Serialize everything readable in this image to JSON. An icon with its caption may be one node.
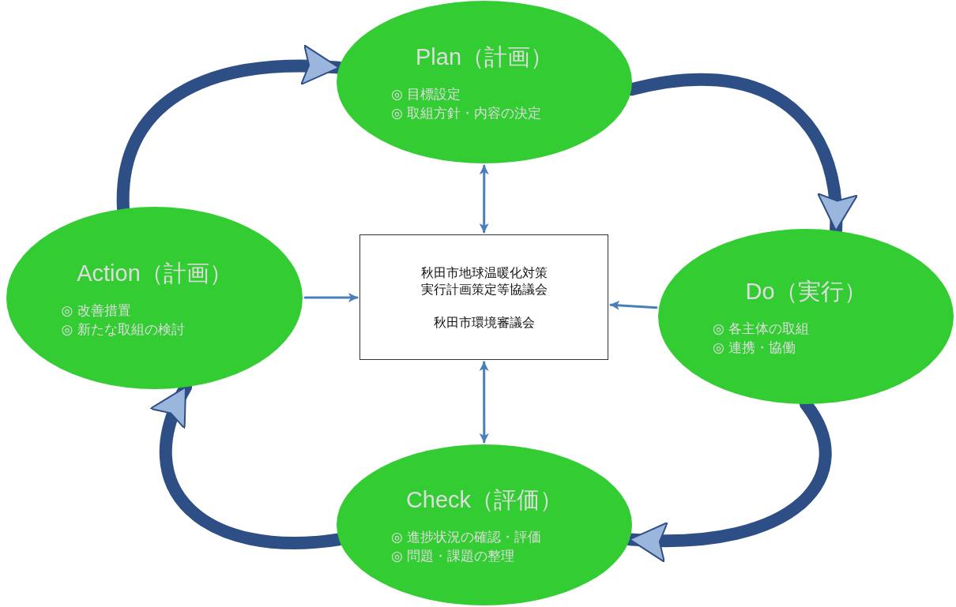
{
  "diagram": {
    "nodes": [
      {
        "text": [
          "Plan（計画）",
          "◎ 目標設定",
          "◎ 取組方針・内容の決定"
        ]
      },
      {
        "text": [
          "Do（実行）",
          "◎ 各主体の取組",
          "◎ 連携・協働"
        ]
      },
      {
        "text": [
          "Check（評価）",
          "◎ 進捗状況の確認・評価",
          "◎ 問題・課題の整理"
        ]
      },
      {
        "text": [
          "Action（計画）",
          "◎ 改善措置",
          "◎ 新たな取組の検討"
        ]
      },
      {
        "text": [
          "秋田市地球温暖化対策実行計画策定等協議会",
          "秋田市環境審議会"
        ]
      }
    ],
    "edges": [
      {
        "from": 3,
        "to": 0,
        "arrow": "to",
        "style": "thick",
        "color": "#2e4f86"
      },
      {
        "from": 0,
        "to": 1,
        "arrow": "to",
        "style": "thick",
        "color": "#2e4f86"
      },
      {
        "from": 1,
        "to": 2,
        "arrow": "to",
        "style": "thick",
        "color": "#2e4f86"
      },
      {
        "from": 2,
        "to": 3,
        "arrow": "to",
        "style": "thick",
        "color": "#2e4f86"
      },
      {
        "from": 0,
        "to": 4,
        "arrow": "both"
      },
      {
        "from": 1,
        "to": 4,
        "arrow": "to"
      },
      {
        "from": 2,
        "to": 4,
        "arrow": "both"
      },
      {
        "from": 3,
        "to": 4,
        "arrow": "to"
      }
    ]
  }
}
